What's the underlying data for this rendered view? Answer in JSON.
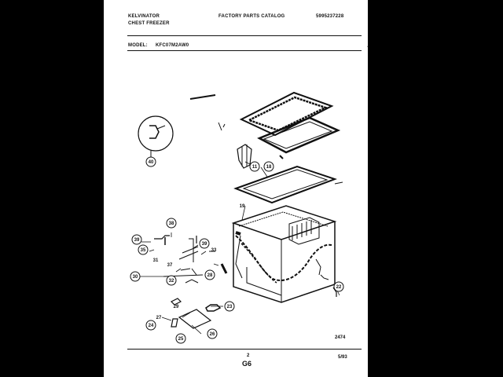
{
  "header": {
    "brand": "KELVINATOR",
    "product": "CHEST FREEZER",
    "catalog_title": "FACTORY PARTS CATALOG",
    "part_number": "5995237228",
    "model_label": "MODEL:",
    "model_number": "KFC07M2AW0"
  },
  "callouts": [
    "40",
    "11",
    "18",
    "19",
    "38",
    "39",
    "35",
    "39",
    "33",
    "31",
    "37",
    "28",
    "30",
    "32",
    "29",
    "23",
    "27",
    "24",
    "25",
    "26",
    "22"
  ],
  "footer": {
    "drawing_number": "2474",
    "page_number": "2",
    "page_code": "G6",
    "date": "5/93"
  }
}
